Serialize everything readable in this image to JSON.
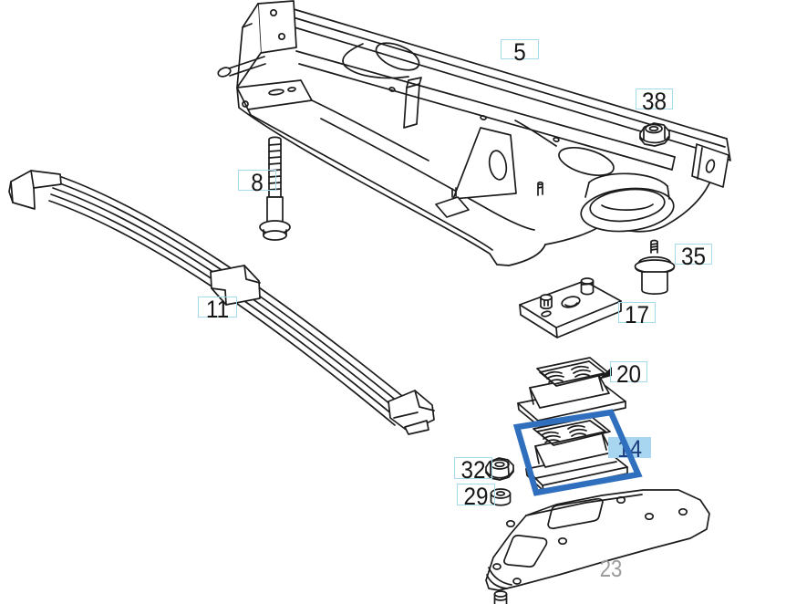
{
  "callouts": {
    "5": {
      "label": "5"
    },
    "8": {
      "label": "8"
    },
    "11": {
      "label": "11"
    },
    "14": {
      "label": "14",
      "highlighted": true
    },
    "17": {
      "label": "17"
    },
    "20": {
      "label": "20"
    },
    "23": {
      "label": "23",
      "style": "plain-gray"
    },
    "29": {
      "label": "29"
    },
    "32": {
      "label": "32"
    },
    "35": {
      "label": "35"
    },
    "38": {
      "label": "38"
    }
  },
  "colors": {
    "background": "#ffffff",
    "line": "#1c1c1c",
    "callout_border": "#a6dbec",
    "highlight_frame": "#2f6fbe",
    "highlight_label_bg": "#a8d5f0",
    "highlight_label_text": "#1d3d7e",
    "plain_label_text": "#9b9b9b"
  }
}
